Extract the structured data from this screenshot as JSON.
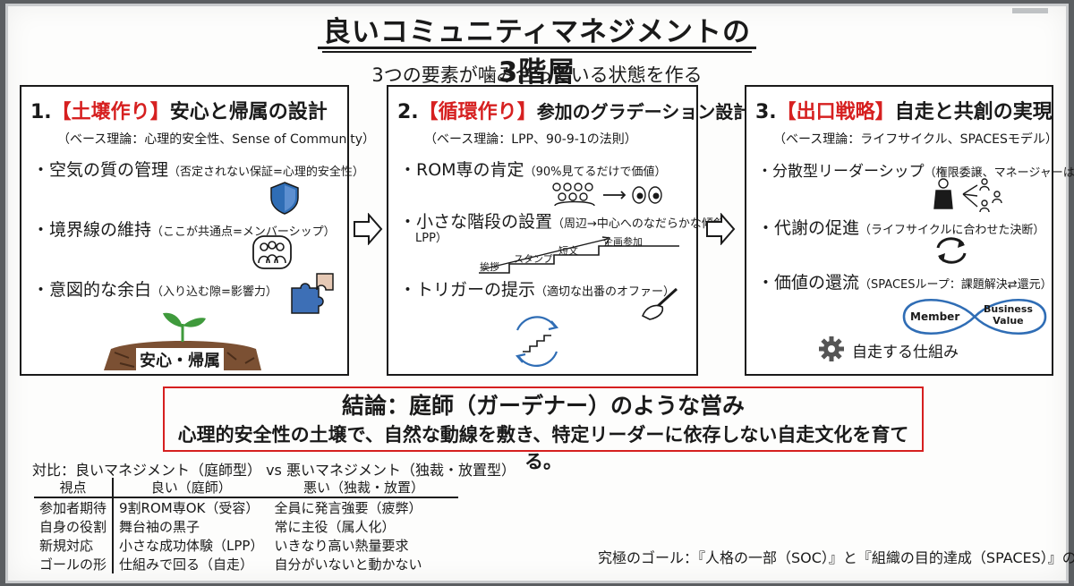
{
  "title": "良いコミュニティマネジメントの3階層",
  "subtitle": "3つの要素が噛み合っている状態を作る",
  "panels": [
    {
      "num": "1.",
      "label": "【土壌作り】",
      "heading": "安心と帰属の設計",
      "theory": "（ベース理論：心理的安全性、Sense of Community）",
      "items": [
        {
          "main": "・空気の質の管理",
          "note": "（否定されない保証=心理的安全性）"
        },
        {
          "main": "・境界線の維持",
          "note": "（ここが共通点=メンバーシップ）"
        },
        {
          "main": "・意図的な余白",
          "note": "（入り込む隙=影響力）"
        }
      ],
      "soil_label": "安心・帰属"
    },
    {
      "num": "2.",
      "label": "【循環作り】",
      "heading": "参加のグラデーション設計",
      "theory": "（ベース理論：LPP、90-9-1の法則）",
      "items": [
        {
          "main": "・ROM専の肯定",
          "note": "（90%見てるだけで価値）"
        },
        {
          "main": "・小さな階段の設置",
          "note": "（周辺→中心へのなだらかな傾斜、",
          "note2": "LPP）"
        },
        {
          "main": "・トリガーの提示",
          "note": "（適切な出番のオファー）"
        }
      ],
      "steps": [
        "挨拶",
        "スタンプ",
        "短文",
        "企画参加"
      ]
    },
    {
      "num": "3.",
      "label": "【出口戦略】",
      "heading": "自走と共創の実現",
      "theory": "（ベース理論：ライフサイクル、SPACESモデル）",
      "items": [
        {
          "main": "・分散型リーダーシップ",
          "note": "（権限委譲、マネージャーは黒子）"
        },
        {
          "main": "・代謝の促進",
          "note": "（ライフサイクルに合わせた決断）"
        },
        {
          "main": "・価値の還流",
          "note": "（SPACESループ：課題解決⇄還元）"
        }
      ],
      "loop_left": "Member",
      "loop_right_1": "Business",
      "loop_right_2": "Value",
      "gear_label": "自走する仕組み"
    }
  ],
  "conclusion": {
    "title": "結論：庭師（ガーデナー）のような営み",
    "body": "心理的安全性の土壌で、自然な動線を敷き、特定リーダーに依存しない自走文化を育てる。"
  },
  "comparison": {
    "title": "対比：良いマネジメント（庭師型） vs 悪いマネジメント（独裁・放置型）",
    "headers": [
      "視点",
      "良い（庭師）",
      "悪い（独裁・放置）"
    ],
    "rows": [
      [
        "参加者期待",
        "9割ROM専OK（受容）",
        "全員に発言強要（疲弊）"
      ],
      [
        "自身の役割",
        "舞台袖の黒子",
        "常に主役（属人化）"
      ],
      [
        "新規対応",
        "小さな成功体験（LPP）",
        "いきなり高い熱量要求"
      ],
      [
        "ゴールの形",
        "仕組みで回る（自走）",
        "自分がいないと動かない"
      ]
    ]
  },
  "goal": "究極のゴール：『人格の一部（SOC）』と『組織の目的達成（SPACES）』の両立",
  "colors": {
    "accent_red": "#d62020",
    "ink": "#1a1a1a",
    "shield_blue": "#2f6db5",
    "puzzle_blue": "#3d6fb6",
    "soil_brown": "#7b5033",
    "leaf_green": "#3f9a3c"
  }
}
